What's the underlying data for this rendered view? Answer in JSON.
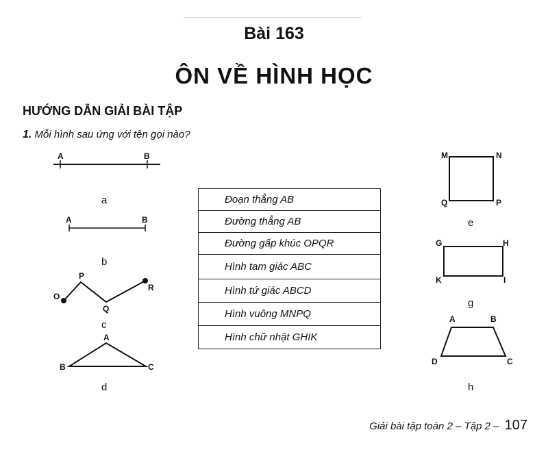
{
  "header": {
    "lesson": "Bài 163",
    "title": "ÔN VỀ HÌNH HỌC"
  },
  "section_title": "HƯỚNG DẪN GIẢI BÀI TẬP",
  "question": {
    "number": "1.",
    "text": "Mỗi hình sau ứng với tên gọi nào?"
  },
  "figures": {
    "a": {
      "letter": "a",
      "points": [
        "A",
        "B"
      ]
    },
    "b": {
      "letter": "b",
      "points": [
        "A",
        "B"
      ]
    },
    "c": {
      "letter": "c",
      "points": [
        "O",
        "P",
        "Q",
        "R"
      ]
    },
    "d": {
      "letter": "d",
      "points": [
        "A",
        "B",
        "C"
      ]
    },
    "e": {
      "letter": "e",
      "points": [
        "M",
        "N",
        "Q",
        "P"
      ]
    },
    "g": {
      "letter": "g",
      "points": [
        "G",
        "H",
        "K",
        "I"
      ]
    },
    "h": {
      "letter": "h",
      "points": [
        "A",
        "B",
        "D",
        "C"
      ]
    }
  },
  "names": [
    "Đoạn thẳng AB",
    "Đường thẳng AB",
    "Đường gấp khúc OPQR",
    "Hình tam giác ABC",
    "Hình tứ giác ABCD",
    "Hình vuông MNPQ",
    "Hình chữ nhật GHIK"
  ],
  "footer": {
    "book": "Giải bài tập toán 2 – Tập 2 –",
    "page": "107"
  }
}
